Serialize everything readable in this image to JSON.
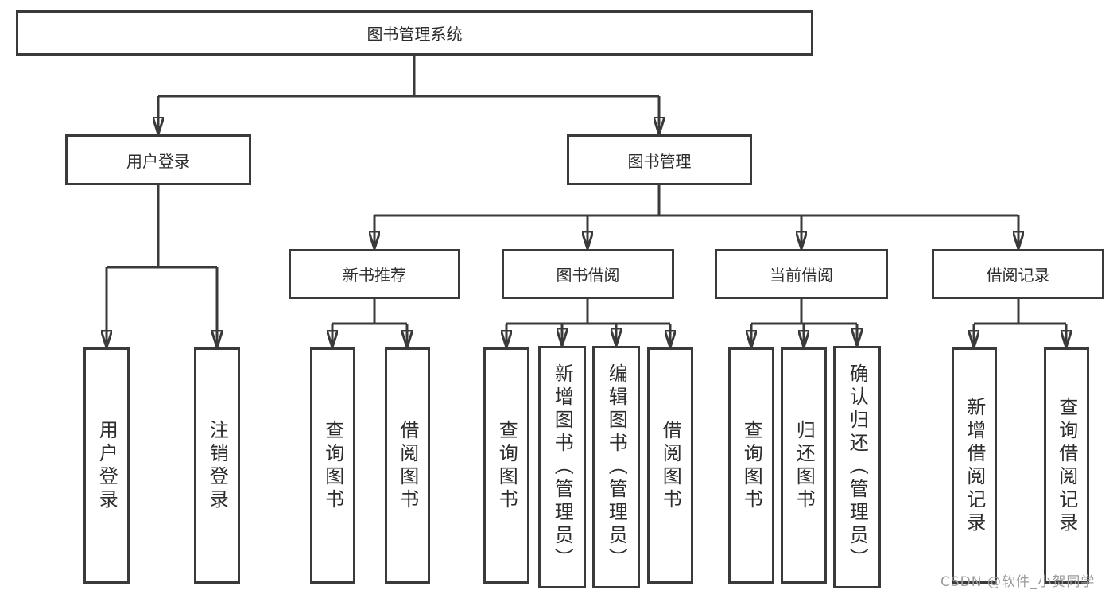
{
  "tree": {
    "root": {
      "label": "图书管理系统"
    },
    "user_login": {
      "label": "用户登录",
      "children": [
        {
          "label": "用户登录"
        },
        {
          "label": "注销登录"
        }
      ]
    },
    "book_management": {
      "label": "图书管理",
      "sections": {
        "new_book_recommend": {
          "label": "新书推荐",
          "children": [
            {
              "label": "查询图书"
            },
            {
              "label": "借阅图书"
            }
          ]
        },
        "book_borrowing": {
          "label": "图书借阅",
          "children": [
            {
              "label": "查询图书"
            },
            {
              "label": "新增图书（管理员）"
            },
            {
              "label": "编辑图书（管理员）"
            },
            {
              "label": "借阅图书"
            }
          ]
        },
        "current_borrowing": {
          "label": "当前借阅",
          "children": [
            {
              "label": "查询图书"
            },
            {
              "label": "归还图书"
            },
            {
              "label": "确认归还（管理员）"
            }
          ]
        },
        "borrowing_records": {
          "label": "借阅记录",
          "children": [
            {
              "label": "新增借阅记录"
            },
            {
              "label": "查询借阅记录"
            }
          ]
        }
      }
    }
  },
  "watermark": {
    "text": "CSDN @软件_小贺同学"
  },
  "colors": {
    "line": "#3a3a3a",
    "text": "#2d2d2d",
    "watermark": "#9b9b9b",
    "background": "#ffffff"
  }
}
